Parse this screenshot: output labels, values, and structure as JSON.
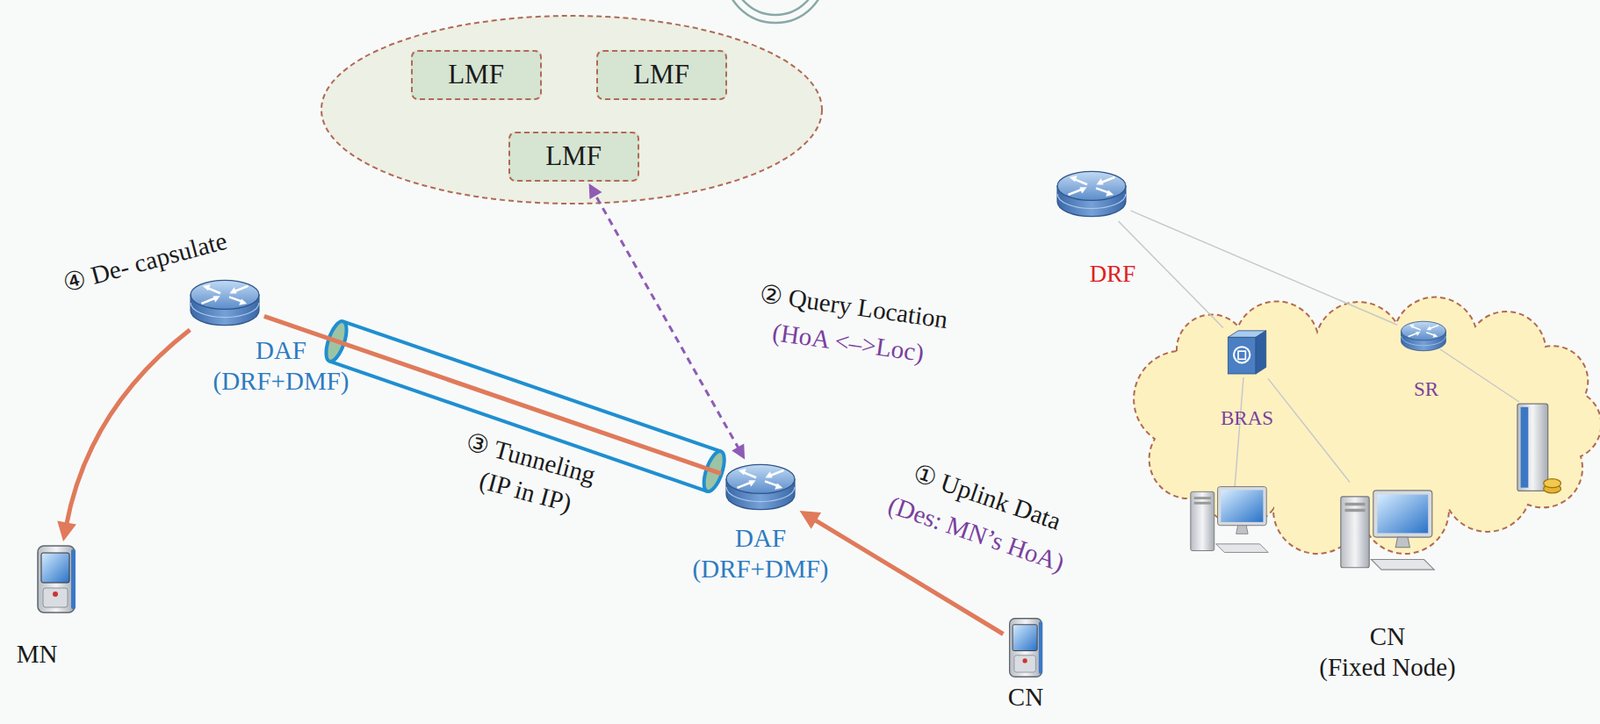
{
  "diagram": {
    "nodes": [
      {
        "text": [
          "LMF"
        ]
      },
      {
        "text": [
          "LMF"
        ]
      },
      {
        "text": [
          "LMF"
        ]
      },
      {
        "text": [
          "DAF (DRF+DMF)"
        ]
      },
      {
        "text": [
          "DAF (DRF+DMF)"
        ]
      },
      {
        "text": [
          "MN"
        ]
      },
      {
        "text": [
          "CN"
        ]
      },
      {
        "text": [
          "DRF"
        ]
      },
      {
        "text": [
          "BRAS"
        ]
      },
      {
        "text": [
          "SR"
        ]
      },
      {
        "text": [
          "CN",
          "(Fixed Node)"
        ]
      }
    ],
    "edges": [
      {
        "from": 6,
        "to": 4,
        "arrow": "to"
      },
      {
        "from": 4,
        "to": 2,
        "arrow": "both"
      },
      {
        "from": 4,
        "to": 3,
        "arrow": "none"
      },
      {
        "from": 3,
        "to": 5,
        "arrow": "to"
      },
      {
        "from": 7,
        "to": 8,
        "arrow": "none"
      },
      {
        "from": 7,
        "to": 9,
        "arrow": "none"
      },
      {
        "from": 8,
        "to": 10,
        "arrow": "none"
      }
    ],
    "labels": [
      "④ De- capsulate",
      "③ Tunneling",
      "(IP in IP)",
      "② Query Location",
      "(HoA <–>Loc)",
      "① Uplink Data",
      "(Des: MN’s HoA)"
    ]
  }
}
